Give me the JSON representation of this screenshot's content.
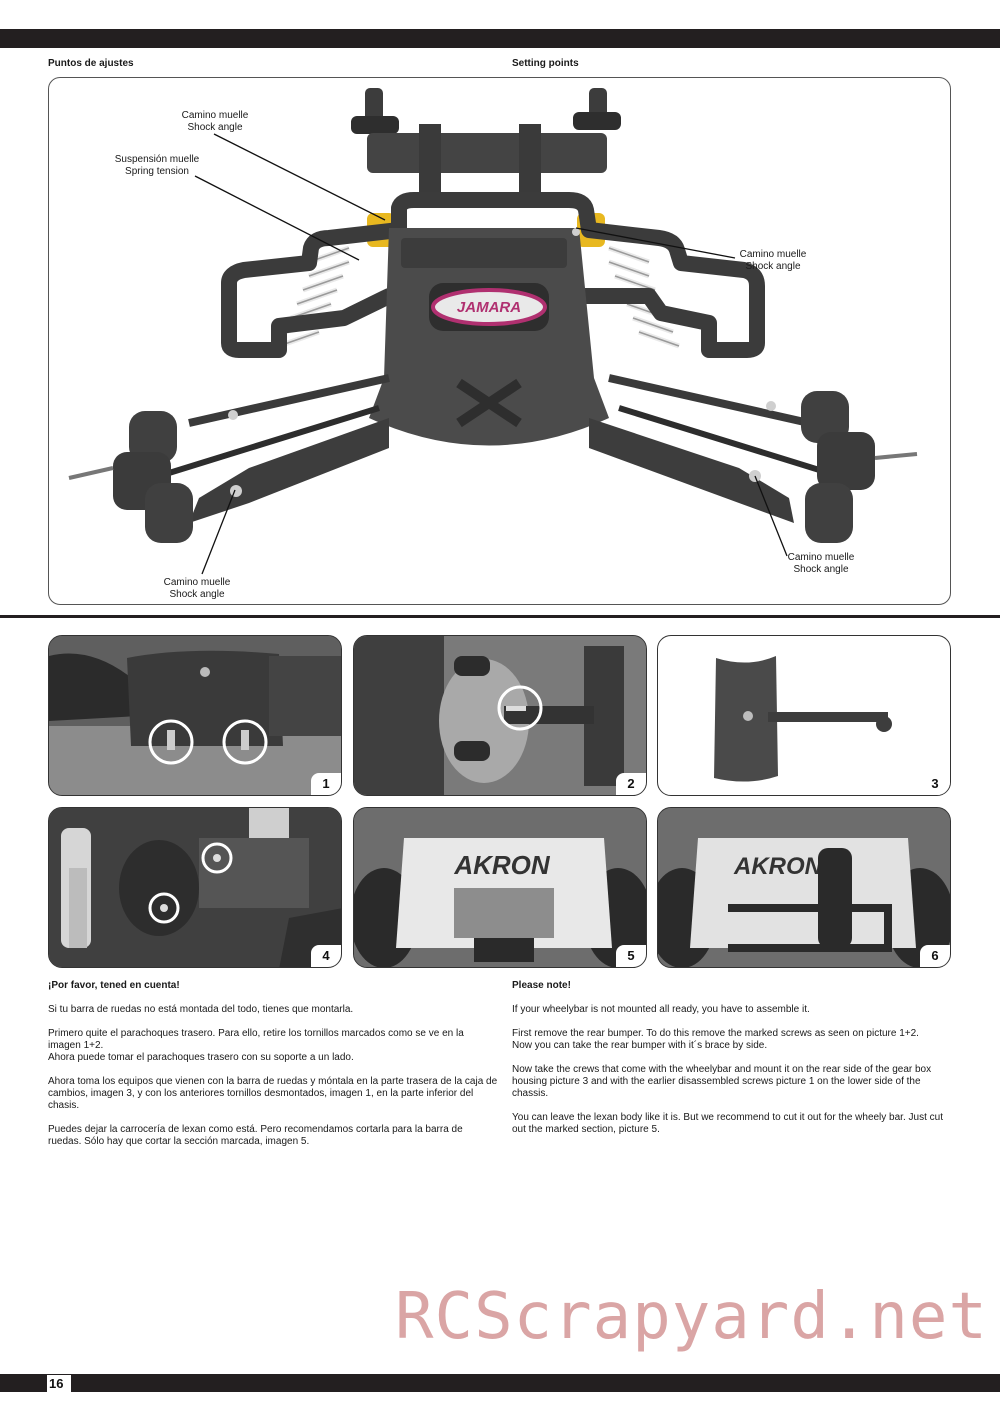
{
  "header": {
    "left_title": "Puntos de ajustes",
    "right_title": "Setting points"
  },
  "diagram": {
    "callouts": [
      {
        "line1": "Camino muelle",
        "line2": "Shock angle"
      },
      {
        "line1": "Suspensión muelle",
        "line2": "Spring tension"
      },
      {
        "line1": "Camino muelle",
        "line2": "Shock angle"
      },
      {
        "line1": "Camino muelle",
        "line2": "Shock angle"
      },
      {
        "line1": "Camino muelle",
        "line2": "Shock angle"
      }
    ],
    "brand_logo": "JAMARA"
  },
  "photos": [
    {
      "number": "1"
    },
    {
      "number": "2"
    },
    {
      "number": "3"
    },
    {
      "number": "4"
    },
    {
      "number": "5",
      "body_logo": "AKRON"
    },
    {
      "number": "6",
      "body_logo": "AKRON"
    }
  ],
  "spanish": {
    "title": "¡Por favor, tened en cuenta!",
    "p1": "Si tu barra de ruedas no está montada del todo, tienes que montarla.",
    "p2a": "Primero quite el parachoques trasero. Para ello, retire los tornillos marcados como se ve en la imagen 1+2.",
    "p2b": "Ahora puede tomar el parachoques trasero con su soporte a un lado.",
    "p3": "Ahora toma los equipos que vienen con la barra de ruedas y móntala en la parte trasera de la caja de cambios, imagen 3, y con los anteriores tornillos desmontados, imagen 1, en la parte inferior del chasis.",
    "p4": "Puedes dejar la carrocería de lexan como está. Pero recomendamos cortarla para la barra de ruedas. Sólo hay que cortar la sección marcada, imagen 5."
  },
  "english": {
    "title": "Please note!",
    "p1": "If your wheelybar is not mounted all ready, you have to assemble it.",
    "p2a": "First remove the rear bumper. To do this remove the marked screws as seen on picture 1+2.",
    "p2b": "Now you can take the rear bumper with it´s brace by side.",
    "p3": "Now take the crews that come with the wheelybar and mount it on the rear side of the gear box housing picture 3 and with the earlier disassembled screws picture 1 on the lower side of the chassis.",
    "p4": "You can leave the lexan body like it is. But we recommend to cut it out for the wheely bar. Just cut out the marked section, picture 5."
  },
  "footer": {
    "page_number": "16",
    "watermark": "RCScrapyard.net"
  },
  "colors": {
    "band": "#231f20",
    "watermark": "#cd8787",
    "spring_yellow": "#e8b820"
  }
}
